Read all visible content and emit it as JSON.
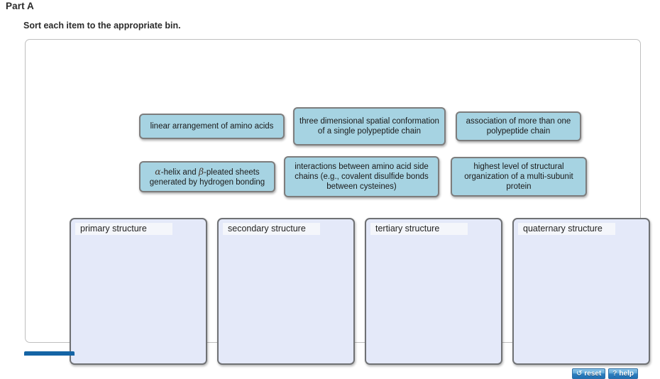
{
  "header": {
    "part_title": "Part A",
    "instruction": "Sort each item to the appropriate bin."
  },
  "items": [
    {
      "id": "linear",
      "text": "linear arrangement of amino acids"
    },
    {
      "id": "threedim",
      "text": "three dimensional spatial conformation of a single polypeptide chain"
    },
    {
      "id": "association",
      "text": "association of more than one polypeptide chain"
    },
    {
      "id": "helix",
      "text": "-helix and ",
      "greek1": "α",
      "greek2": "β",
      "part2": "-pleated sheets generated by hydrogen bonding"
    },
    {
      "id": "interact",
      "text": "interactions between amino acid side chains (e.g., covalent disulfide bonds between cysteines)"
    },
    {
      "id": "highest",
      "text": "highest level of structural organization of a multi-subunit protein"
    }
  ],
  "bins": [
    {
      "id": "primary",
      "label": "primary structure"
    },
    {
      "id": "secondary",
      "label": "secondary structure"
    },
    {
      "id": "tertiary",
      "label": "tertiary structure"
    },
    {
      "id": "quaternary",
      "label": "quaternary structure"
    }
  ],
  "toolbar": {
    "reset_label": "reset",
    "reset_icon": "↺",
    "help_label": "help",
    "help_icon": "?"
  },
  "colors": {
    "item_fill": "#a6d3e2",
    "item_border": "#7d7d7d",
    "bin_fill": "#e4e9f9",
    "bin_border": "#6f7174",
    "bin_label_fill": "#f4f6fb",
    "button_blue": "#2f80c0",
    "submit_blue": "#1464a5"
  }
}
